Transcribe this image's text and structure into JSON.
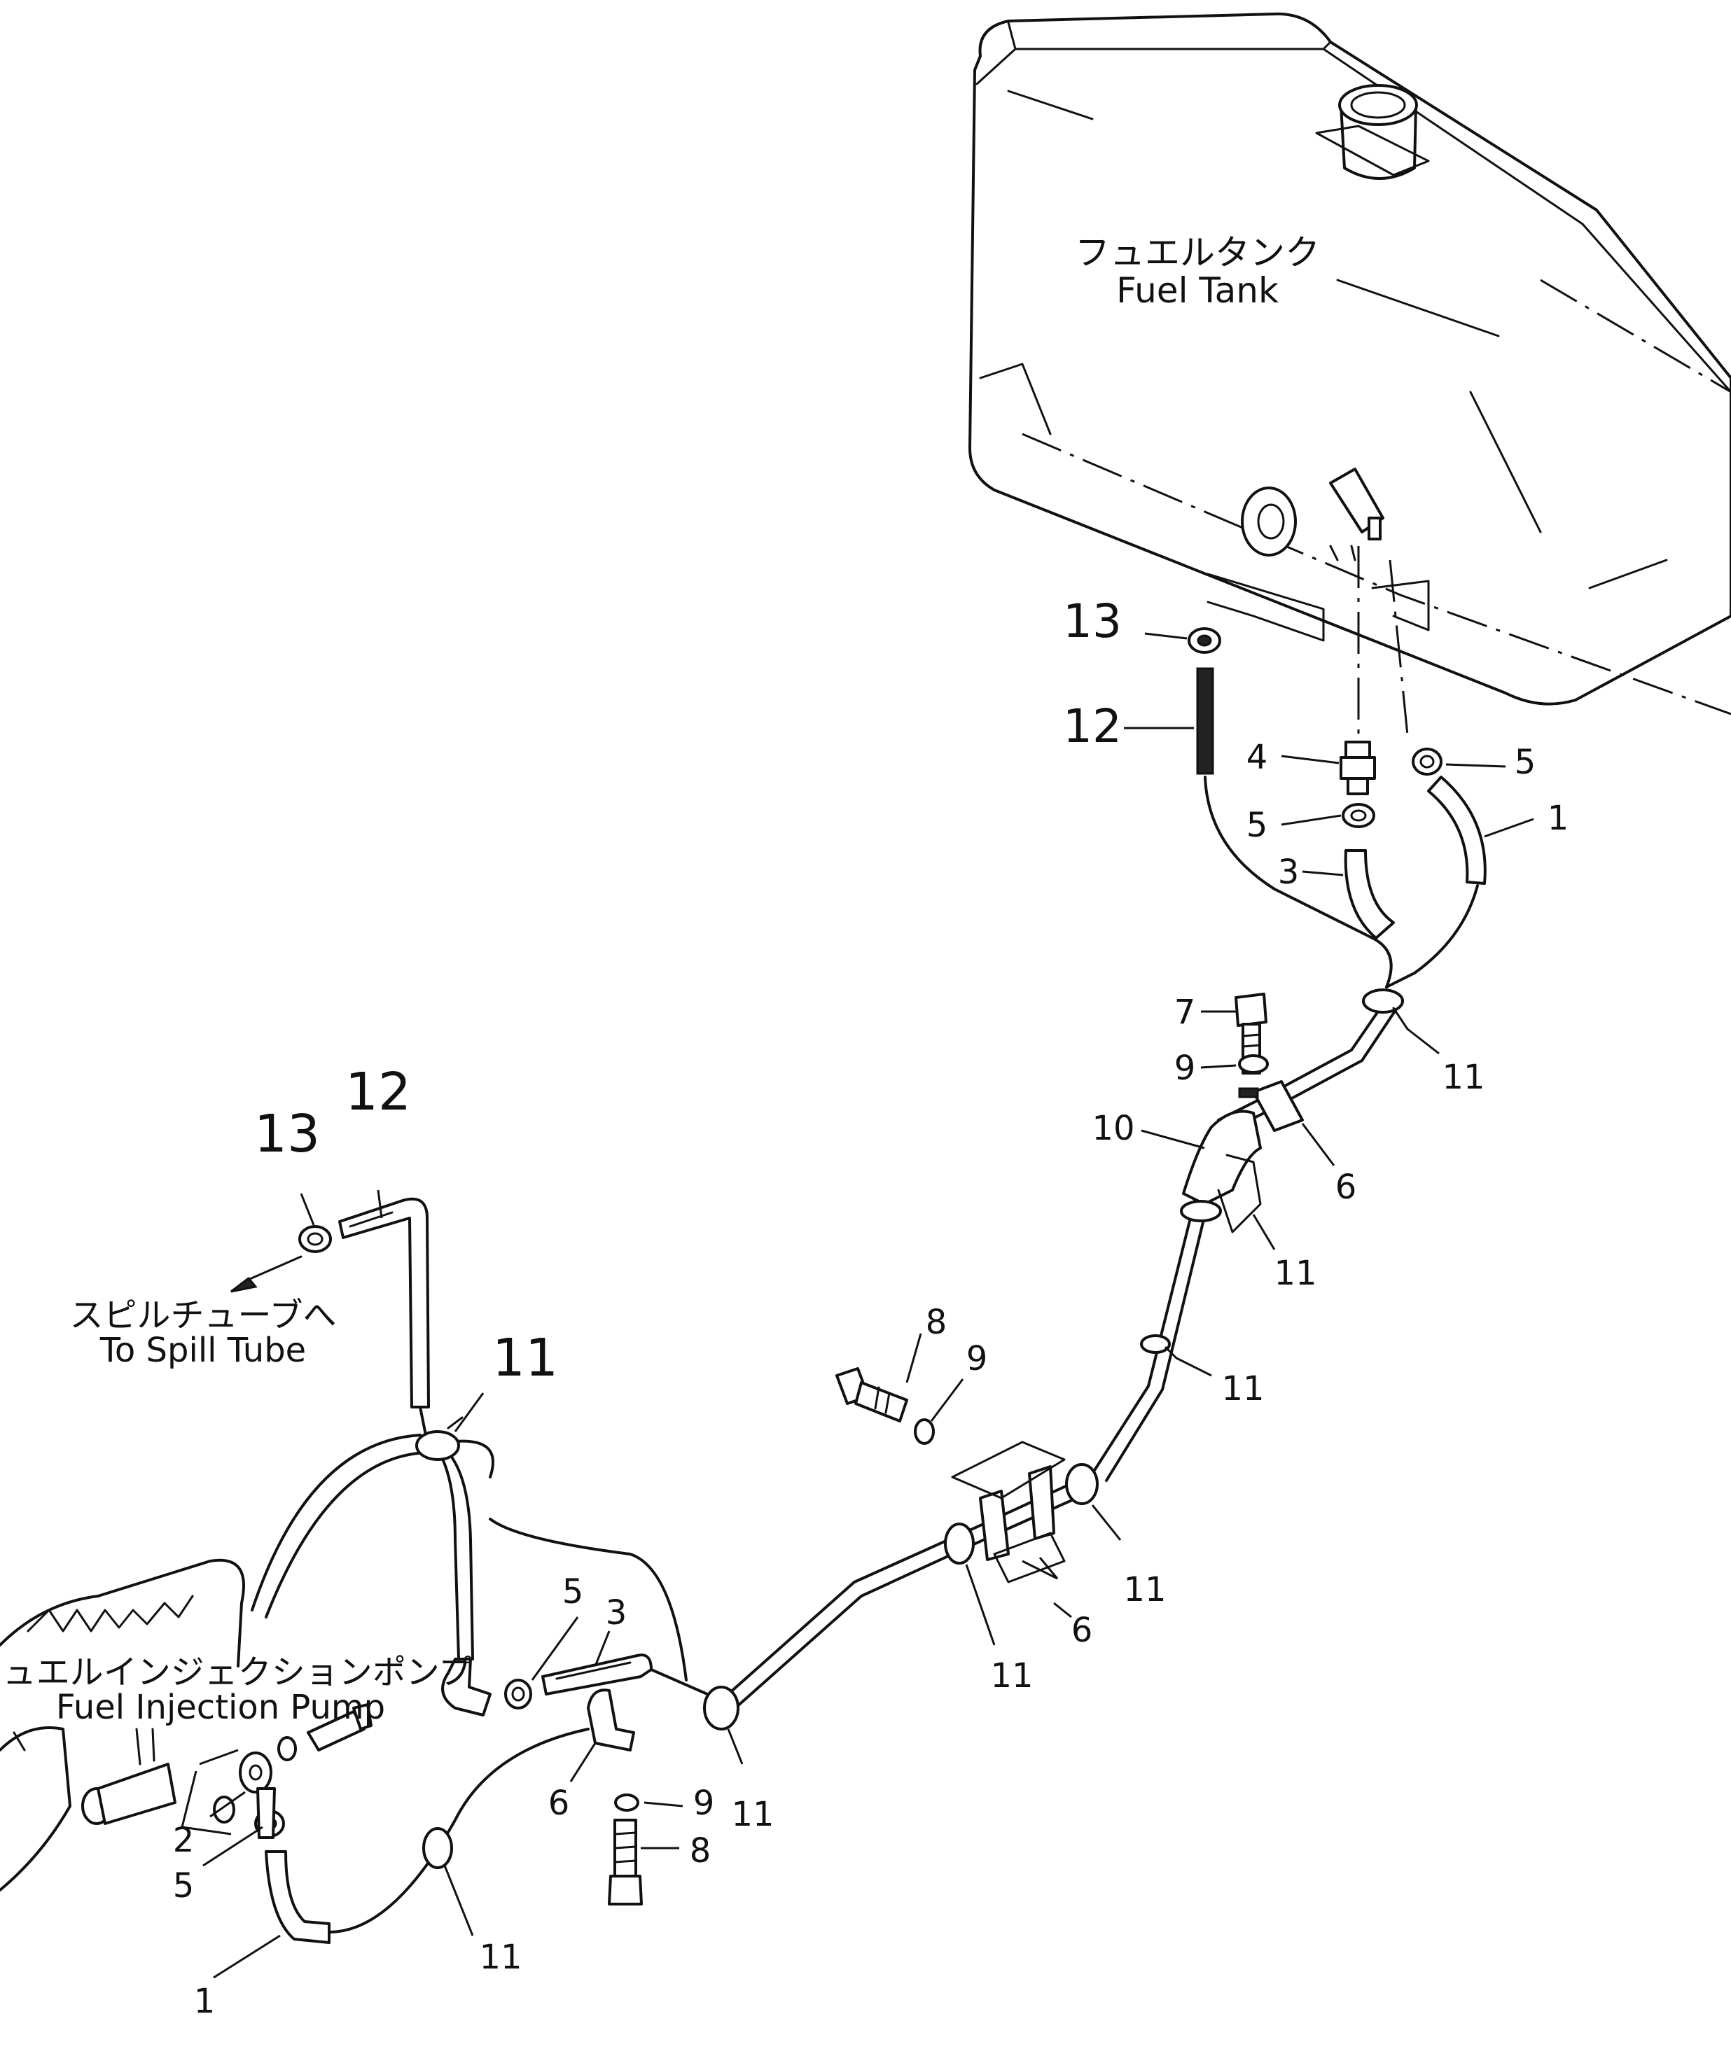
{
  "labels": {
    "fuel_tank_jp": "フュエルタンク",
    "fuel_tank_en": "Fuel Tank",
    "spill_tube_jp": "スピルチューブへ",
    "spill_tube_en": "To Spill Tube",
    "injection_pump_jp": "フュエルインジェクションポンプ",
    "injection_pump_en": "Fuel Injection Pump"
  },
  "callouts": {
    "c13_top": "13",
    "c12_top": "12",
    "c4": "4",
    "c5_tank": "5",
    "c5_mid": "5",
    "c1_tank": "1",
    "c3_tank": "3",
    "c7": "7",
    "c9_top": "9",
    "c11_a": "11",
    "c10": "10",
    "c6_top": "6",
    "c11_b": "11",
    "c11_c": "11",
    "c12_left": "12",
    "c13_left": "13",
    "c11_big": "11",
    "c8_mid": "8",
    "c9_mid": "9",
    "c11_d": "11",
    "c11_e": "11",
    "c6_mid": "6",
    "c5_pump": "5",
    "c3_pump": "3",
    "c11_f": "11",
    "c6_low": "6",
    "c9_low": "9",
    "c8_low": "8",
    "c2": "2",
    "c5_low": "5",
    "c1_low": "1",
    "c11_low": "11"
  }
}
